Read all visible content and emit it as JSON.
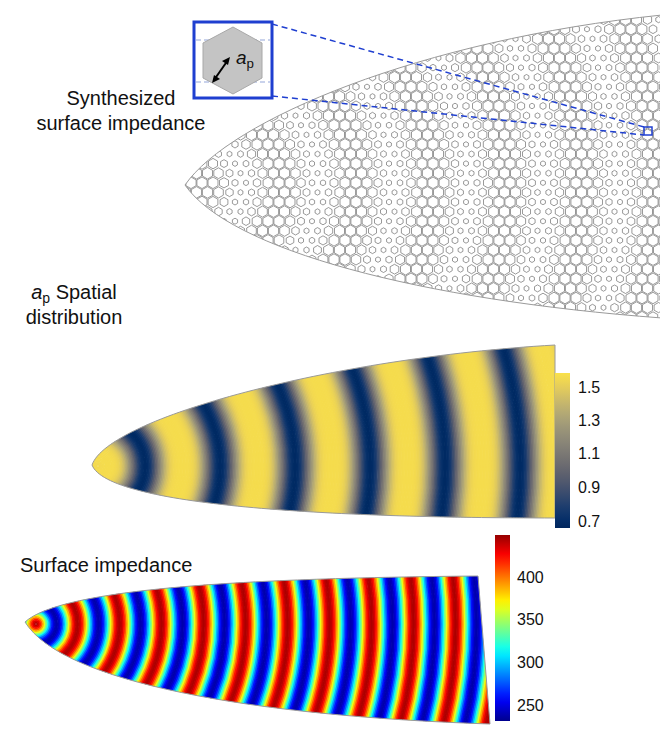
{
  "diagram": {
    "labels": [
      "Synthesized surface impedance",
      "ap",
      "ap Spatial distribution",
      "1.5",
      "1.3",
      "1.1",
      "0.9",
      "0.7",
      "Surface impedance",
      "400",
      "350",
      "300",
      "250"
    ]
  }
}
